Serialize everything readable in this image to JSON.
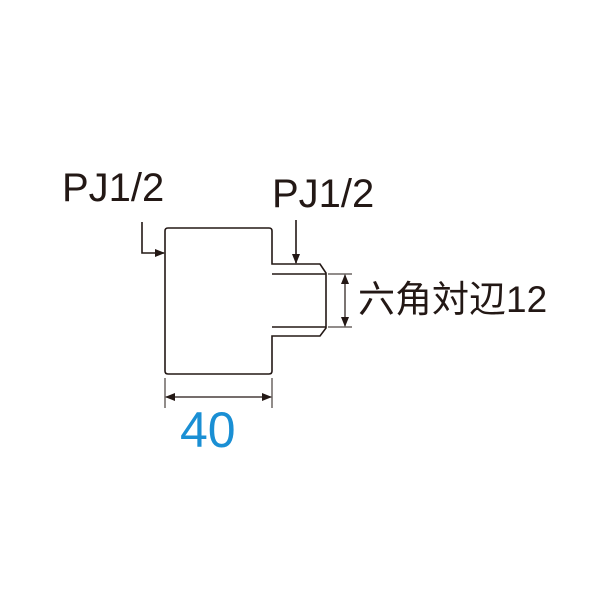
{
  "labels": {
    "left_thread": "PJ1/2",
    "right_thread": "PJ1/2",
    "hex_size": "六角対辺12",
    "width": "40"
  },
  "colors": {
    "line": "#231815",
    "dimension_text": "#1a8fd4"
  }
}
